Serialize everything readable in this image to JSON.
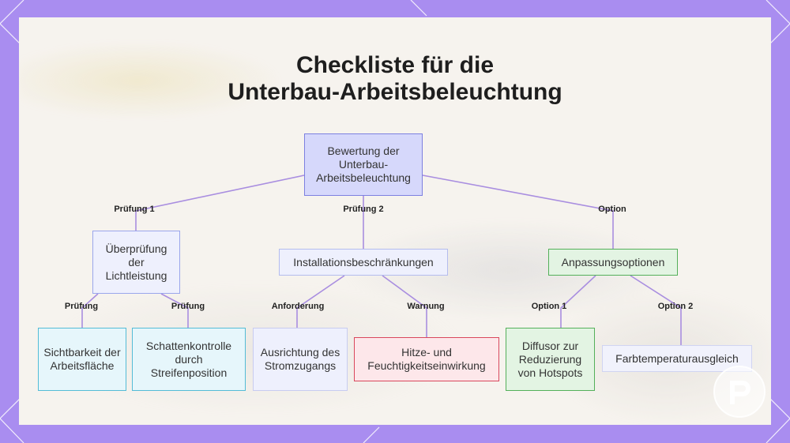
{
  "title": {
    "line1": "Checkliste für die",
    "line2": "Unterbau-Arbeitsbeleuchtung"
  },
  "nodes": {
    "root": "Bewertung der Unterbau-Arbeitsbeleuchtung",
    "light_output": "Überprüfung der Lichtleistung",
    "installation": "Installationsbeschränkungen",
    "options": "Anpassungsoptionen",
    "visibility": "Sichtbarkeit der Arbeitsfläche",
    "shadow": "Schattenkontrolle durch Streifenposition",
    "power": "Ausrichtung des Stromzugangs",
    "heat": "Hitze- und Feuchtigkeitseinwirkung",
    "diffuser": "Diffusor zur Reduzierung von Hotspots",
    "color_temp": "Farbtemperaturausgleich"
  },
  "edges": {
    "root_light": "Prüfung 1",
    "root_install": "Prüfung 2",
    "root_options": "Option",
    "light_visibility": "Prüfung",
    "light_shadow": "Prüfung",
    "install_power": "Anforderung",
    "install_heat": "Warnung",
    "options_diffuser": "Option 1",
    "options_color": "Option 2"
  },
  "colors": {
    "frame": "#a98df0",
    "edge": "#a98ee0",
    "root_border": "#7d80e0",
    "cyan_border": "#54bcd6",
    "red_border": "#d9475c",
    "green_border": "#54b05a"
  }
}
